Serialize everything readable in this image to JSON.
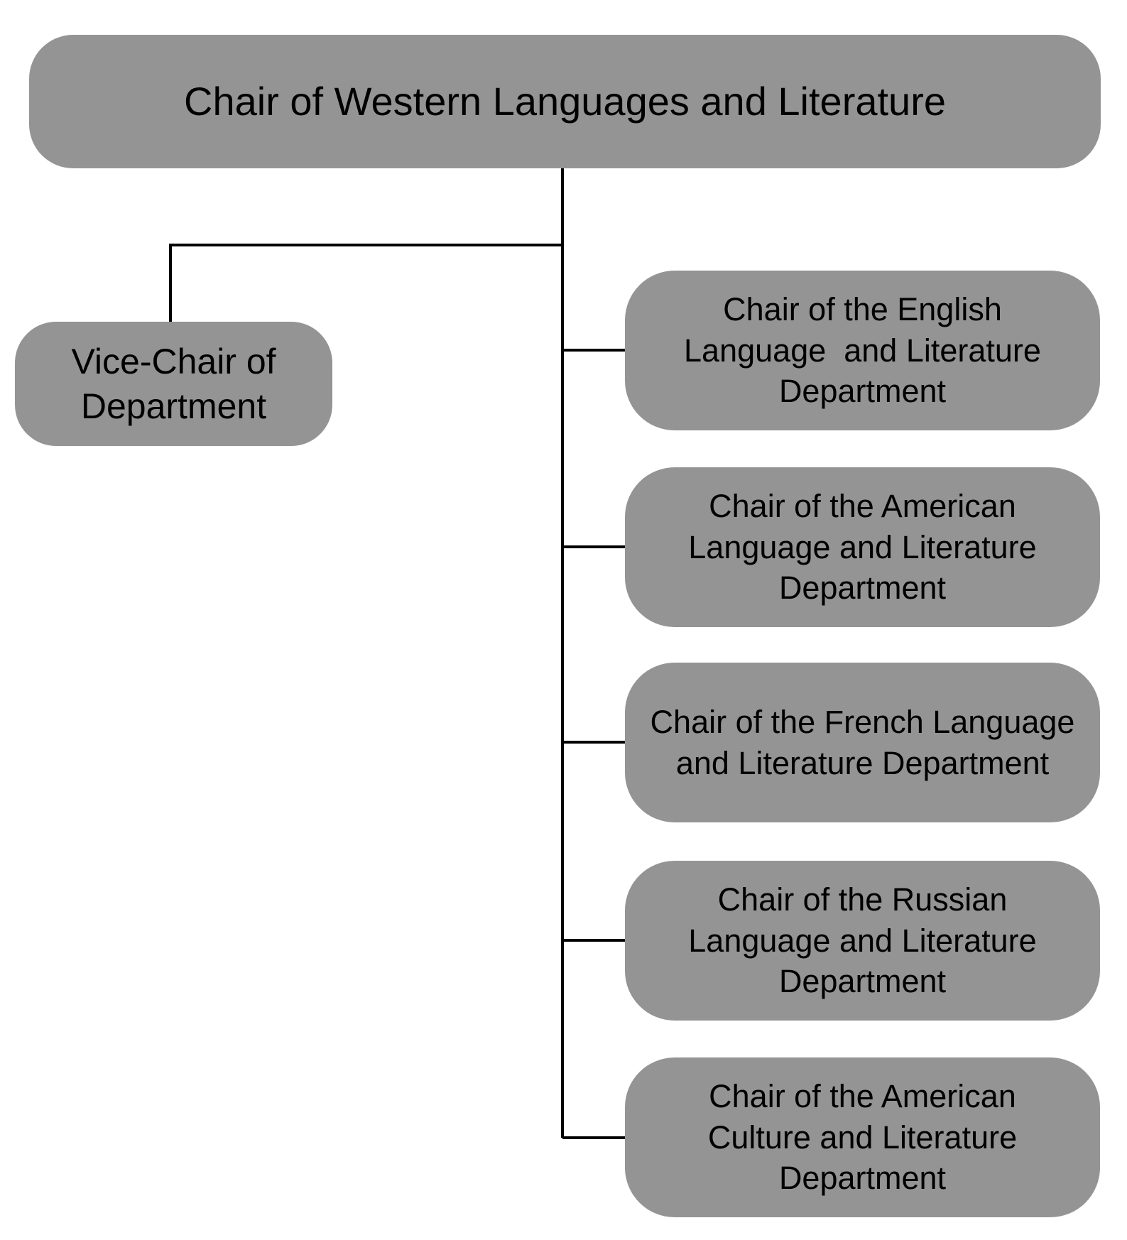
{
  "page": {
    "background": "#ffffff"
  },
  "org_chart": {
    "style": {
      "node_fill": "#949494",
      "node_text_color": "#000000",
      "connector_color": "#000000"
    },
    "root": {
      "label": "Chair of Western Languages and Literature"
    },
    "left_branch": {
      "label": "Vice-Chair of Department",
      "lines": [
        "Vice-Chair of",
        "Department"
      ]
    },
    "right_branch": [
      {
        "label": "Chair of the English Language  and Literature Department",
        "lines": [
          "Chair of the English",
          "Language  and Literature",
          "Department"
        ]
      },
      {
        "label": "Chair of the American Language and Literature Department",
        "lines": [
          "Chair of the American",
          "Language and Literature",
          "Department"
        ]
      },
      {
        "label": "Chair of the French Language and Literature Department",
        "lines": [
          "Chair of the French Language",
          "and Literature Department"
        ]
      },
      {
        "label": "Chair of the Russian Language and Literature Department",
        "lines": [
          "Chair of the Russian",
          "Language and Literature",
          "Department"
        ]
      },
      {
        "label": "Chair of the American Culture and Literature Department",
        "lines": [
          "Chair of the American",
          "Culture and Literature",
          "Department"
        ]
      }
    ]
  }
}
